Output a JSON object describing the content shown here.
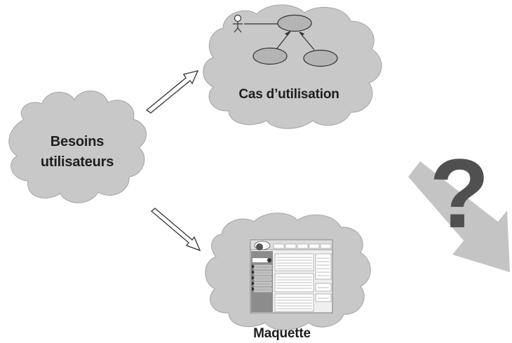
{
  "nodes": {
    "besoins": {
      "line1": "Besoins",
      "line2": "utilisateurs"
    },
    "cas": {
      "label": "Cas d’utilisation"
    },
    "maquette": {
      "label": "Maquette"
    }
  },
  "question_mark": {
    "text": "?"
  },
  "colors": {
    "cloud": "#c8c8c8",
    "cloud_edge": "#a4a4a4",
    "diagonal_arrow": "#c4c4c4",
    "question_mark": "#505050",
    "arrow_outline": "#3a3a3a",
    "mockup_frame": "#8a8a8a"
  },
  "icons": [
    "actor-stick-figure-icon",
    "use-case-ellipse-icon",
    "hollow-arrow-icon"
  ]
}
